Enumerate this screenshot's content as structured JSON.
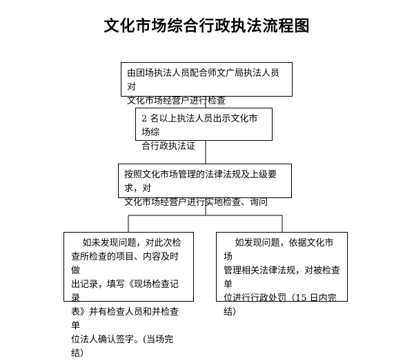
{
  "title": "文化市场综合行政执法流程图",
  "steps": [
    {
      "text": "由团场执法人员配合师文广局执法人员对\n文化市场经营户进行检查"
    },
    {
      "text": "2 名以上执法人员出示文化市场综\n合行政执法证"
    },
    {
      "text": "按照文化市场管理的法律法规及上级要求，对\n文化市场经营户进行实地检查、询问"
    }
  ],
  "branches": [
    {
      "text": "    如未发现问题，对此次检\n查所检查的项目、内容及时做\n出记录，填写《现场检查记录\n表》并有检查人员和并检查单\n位法人确认签字。(当场完结）"
    },
    {
      "text": "    如发现问题，依据文化市场\n管理相关法律法规，对被检查单\n位进行行政处罚（15 日内完结）"
    }
  ]
}
